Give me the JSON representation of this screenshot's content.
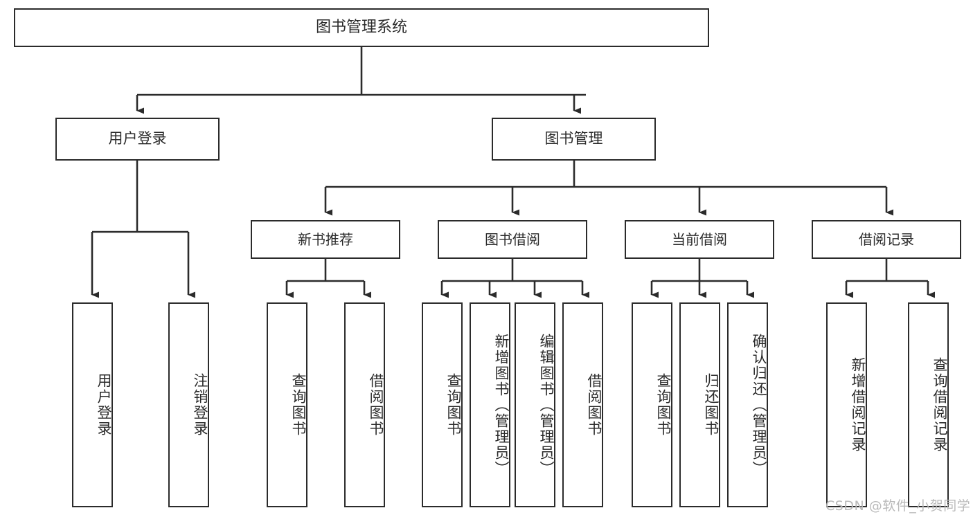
{
  "diagram": {
    "type": "tree",
    "title": "图书管理系统",
    "orientation": "top-down",
    "colors": {
      "box_border": "#2b2b2b",
      "box_fill": "#ffffff",
      "connector": "#2b2b2b",
      "background": "#ffffff",
      "watermark": "#b9b9b9"
    },
    "root": {
      "label": "图书管理系统"
    },
    "level1": [
      {
        "label": "用户登录"
      },
      {
        "label": "图书管理"
      }
    ],
    "level2": [
      {
        "label": "新书推荐"
      },
      {
        "label": "图书借阅"
      },
      {
        "label": "当前借阅"
      },
      {
        "label": "借阅记录"
      }
    ],
    "leaves": {
      "user_login": [
        {
          "label": "用户登录"
        },
        {
          "label": "注销登录"
        }
      ],
      "new_book_recommend": [
        {
          "label": "查询图书"
        },
        {
          "label": "借阅图书"
        }
      ],
      "book_borrow": [
        {
          "label": "查询图书"
        },
        {
          "label": "新增图书（管理员）"
        },
        {
          "label": "编辑图书（管理员）"
        },
        {
          "label": "借阅图书"
        }
      ],
      "current_borrow": [
        {
          "label": "查询图书"
        },
        {
          "label": "归还图书"
        },
        {
          "label": "确认归还（管理员）"
        }
      ],
      "borrow_record": [
        {
          "label": "新增借阅记录"
        },
        {
          "label": "查询借阅记录"
        }
      ]
    },
    "watermark": {
      "text": "CSDN @软件_小贺同学"
    }
  }
}
